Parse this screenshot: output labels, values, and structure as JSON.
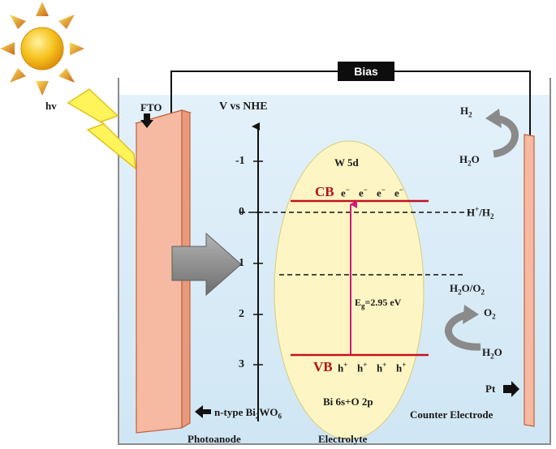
{
  "labels": {
    "bias": "Bias",
    "hv": "hv",
    "fto": "FTO",
    "axis_title": "V vs NHE",
    "w5d": "W 5d",
    "cb": "CB",
    "electron": "e",
    "electron_sup": "−",
    "vb": "VB",
    "hole": "h",
    "hole_sup": "+",
    "bi6s": "Bi 6s+O 2p",
    "bandgap_main": "E",
    "bandgap_sub": "g",
    "bandgap_value": "=2.95 eV",
    "h_plus_h2_a": "H",
    "h_plus_h2_sup": "+",
    "h_plus_h2_b": "/H",
    "h_plus_h2_sub": "2",
    "h2o_o2_a": "H",
    "h2o_o2_sub1": "2",
    "h2o_o2_b": "O/O",
    "h2o_o2_sub2": "2",
    "h2_a": "H",
    "h2_sub": "2",
    "h2o_top_a": "H",
    "h2o_top_sub": "2",
    "h2o_top_b": "O",
    "o2_a": "O",
    "o2_sub": "2",
    "h2o_bottom_a": "H",
    "h2o_bottom_sub": "2",
    "h2o_bottom_b": "O",
    "pt": "Pt",
    "ntype_a": "n-type Bi",
    "ntype_sub1": "2",
    "ntype_b": "WO",
    "ntype_sub2": "6",
    "photoanode": "Photoanode",
    "electrolyte": "Electrolyte",
    "counter_electrode": "Counter Electrode"
  },
  "axis": {
    "ticks": [
      "-1",
      "0",
      "1",
      "2",
      "3"
    ]
  },
  "colors": {
    "electrolyte": "#d6ebf7",
    "ellipse": "#fdf6c4",
    "band_line": "#c0131f",
    "gap_arrow": "#d0187a",
    "electrode": "#f6b9a2",
    "electrode_edge": "#c1623e",
    "gray_arrow": "#8a8a8a",
    "sun": "#f5b418"
  },
  "icons": {
    "sun": "sun-icon",
    "lightning": "lightning-icon",
    "arrow": "gray-arrow-icon"
  }
}
